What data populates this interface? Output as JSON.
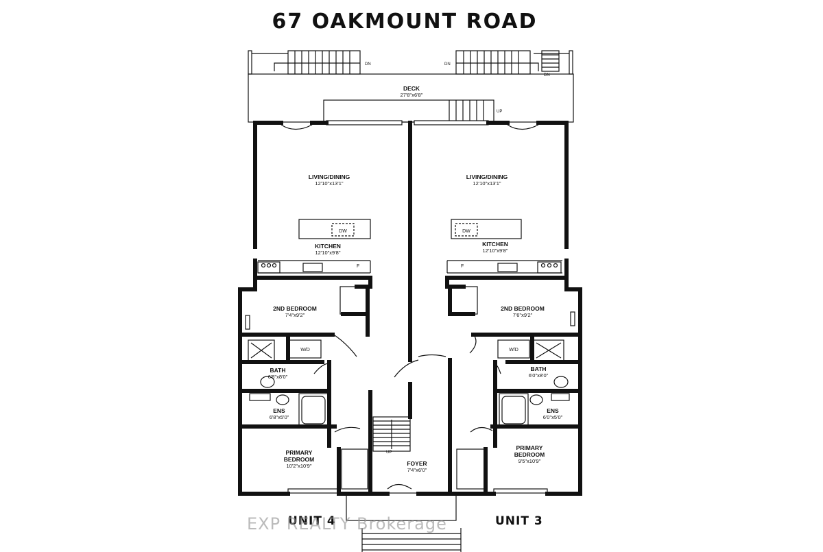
{
  "title": "67 OAKMOUNT ROAD",
  "watermark": "EXP REALTY Brokerage",
  "deck": {
    "name": "DECK",
    "dims": "27'8\"x6'8\""
  },
  "stair_marks": {
    "dn": "DN",
    "up": "UP"
  },
  "foyer": {
    "name": "FOYER",
    "dims": "7'4\"x6'0\""
  },
  "unit4": {
    "label": "UNIT 4",
    "living": {
      "name": "LIVING/DINING",
      "dims": "12'10\"x13'1\""
    },
    "kitchen": {
      "name": "KITCHEN",
      "dims": "12'10\"x9'8\""
    },
    "bedroom2": {
      "name": "2ND BEDROOM",
      "dims": "7'4\"x9'2\""
    },
    "bath": {
      "name": "BATH",
      "dims": "6'8\"x8'0\""
    },
    "ens": {
      "name": "ENS",
      "dims": "6'8\"x5'0\""
    },
    "primary": {
      "name_line1": "PRIMARY",
      "name_line2": "BEDROOM",
      "dims": "10'2\"x10'9\""
    },
    "dw": "DW",
    "wd": "W/D",
    "fridge": "F"
  },
  "unit3": {
    "label": "UNIT 3",
    "living": {
      "name": "LIVING/DINING",
      "dims": "12'10\"x13'1\""
    },
    "kitchen": {
      "name": "KITCHEN",
      "dims": "12'10\"x9'8\""
    },
    "bedroom2": {
      "name": "2ND BEDROOM",
      "dims": "7'6\"x9'2\""
    },
    "bath": {
      "name": "BATH",
      "dims": "6'0\"x8'0\""
    },
    "ens": {
      "name": "ENS",
      "dims": "6'0\"x5'0\""
    },
    "primary": {
      "name_line1": "PRIMARY",
      "name_line2": "BEDROOM",
      "dims": "9'5\"x10'9\""
    },
    "dw": "DW",
    "wd": "W/D",
    "fridge": "F"
  }
}
